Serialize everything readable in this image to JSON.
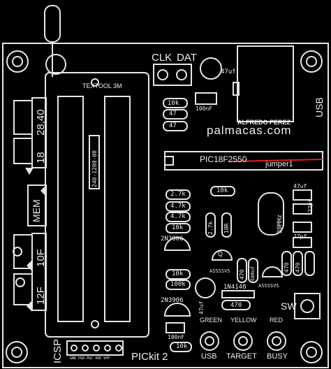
{
  "silkscreen": {
    "zif_brand": "TEXTOOL 3M",
    "zif_part": "240-1280-00",
    "clk": "CLK",
    "dat": "DAT",
    "cap_47uf_top": "47uf",
    "author": "ALFREDO PEREZ",
    "site": "palmacas.com",
    "usb": "USB",
    "r_10k_a": "10k",
    "r_47_a": "47",
    "r_47_b": "47",
    "cap_100nf_a": "100nF",
    "chip": "PIC18F2550",
    "jumper": "jumper1",
    "sw_28_40": "28,40",
    "sw_18": "18",
    "mem": "MEM",
    "sw_10f": "10F",
    "sw_12f": "12F",
    "r_2k7_a": "2.7k",
    "r_4k7_a": "4.7k",
    "r_4k7_b": "4.7k",
    "r_10k_b": "10k",
    "r_10k_c": "10k",
    "r_2k7_b": "2.7k",
    "r_10r": "10R",
    "cap_47uf_r": "47uf",
    "cap_27pf_a": "27pf",
    "cap_27pf_b": "27pf",
    "crystal": "20MHz",
    "tr_2n3906_a": "2N3906",
    "tr_2n3906_b": "2N3906",
    "s_q": "Q",
    "sss_a": "ASSSSVS",
    "sss_b": "ASSSSVS",
    "r_470_a": "470",
    "r_680uf": "680uf",
    "r_470_b": "470",
    "r_470_c": "470",
    "r_10k_d": "10k",
    "r_100k": "100k",
    "cap_47uf_low": "47uf",
    "diode": "1N4148",
    "r_470_d": "470",
    "cap_100nf_b": "100nF",
    "r_10k_e": "10k",
    "sw": "SW",
    "green": "GREEN",
    "yellow": "YELLOW",
    "red": "RED",
    "led_usb": "USB",
    "led_target": "TARGET",
    "led_busy": "BUSY",
    "icsp": "ICSP",
    "icsp_pins": "GND PGD PGC VDD VPP",
    "board_name": "PICkit 2",
    "colors": {
      "background": "#000000",
      "silk": "#e6e6e6",
      "accent_red": "#e02020"
    }
  }
}
